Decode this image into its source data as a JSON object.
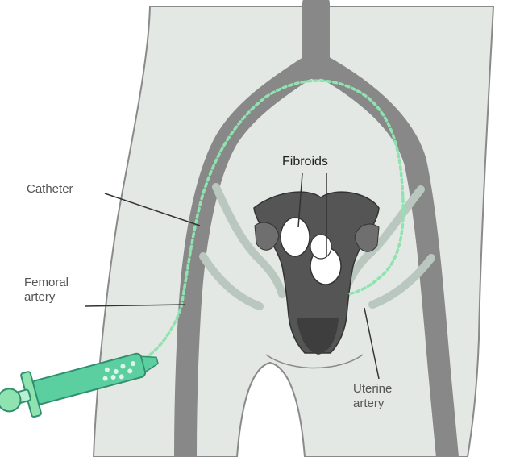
{
  "labels": {
    "fibroids": "Fibroids",
    "catheter": "Catheter",
    "femoral_line1": "Femoral",
    "femoral_line2": "artery",
    "uterine_line1": "Uterine",
    "uterine_line2": "artery"
  },
  "colors": {
    "background": "#ffffff",
    "body_fill": "#e4e8e4",
    "artery": "#888888",
    "uterus": "#555555",
    "fibroid": "#ffffff",
    "catheter": "#8ee3b0",
    "syringe": "#5ccfa0",
    "leader_line": "#333333"
  }
}
